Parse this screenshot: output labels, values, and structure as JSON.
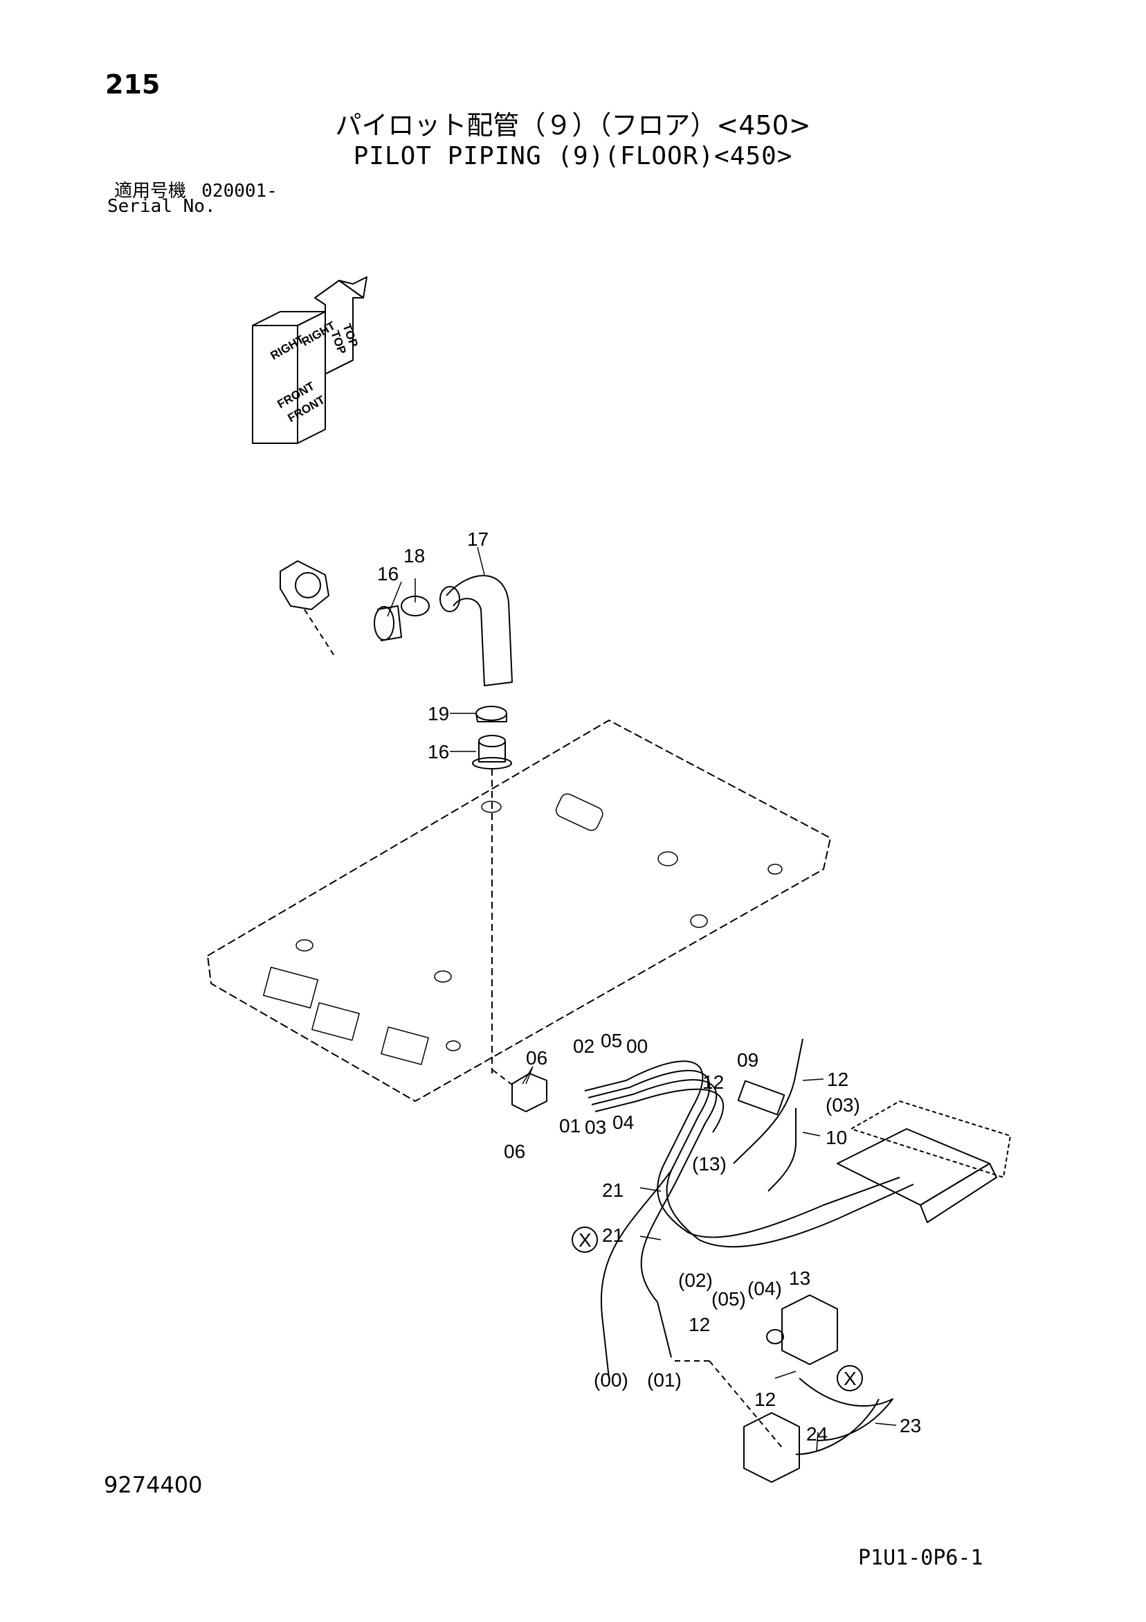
{
  "header": {
    "page_number": "215",
    "title_jp": "パイロット配管（９）（フロア）<450>",
    "title_en": "PILOT PIPING (9)(FLOOR)<450>",
    "serial_label_jp": "適用号機",
    "serial_from": "020001-",
    "serial_label_en": "Serial No."
  },
  "direction_indicator": {
    "labels": [
      "TOP",
      "TOP",
      "RIGHT",
      "RIGHT",
      "FRONT",
      "FRONT"
    ]
  },
  "callouts": {
    "c17": "17",
    "c18": "18",
    "c16a": "16",
    "c19": "19",
    "c16b": "16",
    "c06a": "06",
    "c06b": "06",
    "c02": "02",
    "c05": "05",
    "c00": "00",
    "c01": "01",
    "c03": "03",
    "c04": "04",
    "c12a": "12",
    "c09": "09",
    "c12b": "12",
    "c03p": "(03)",
    "c10": "10",
    "c13p": "(13)",
    "c21a": "21",
    "c21b": "21",
    "cXa": "X",
    "c02p": "(02)",
    "c05p": "(05)",
    "c04p": "(04)",
    "c13": "13",
    "c12c": "12",
    "c00p": "(00)",
    "c01p": "(01)",
    "c12d": "12",
    "cXb": "X",
    "c23": "23",
    "c24": "24"
  },
  "footer": {
    "document_number": "9274400",
    "figure_code": "P1U1-0P6-1"
  }
}
